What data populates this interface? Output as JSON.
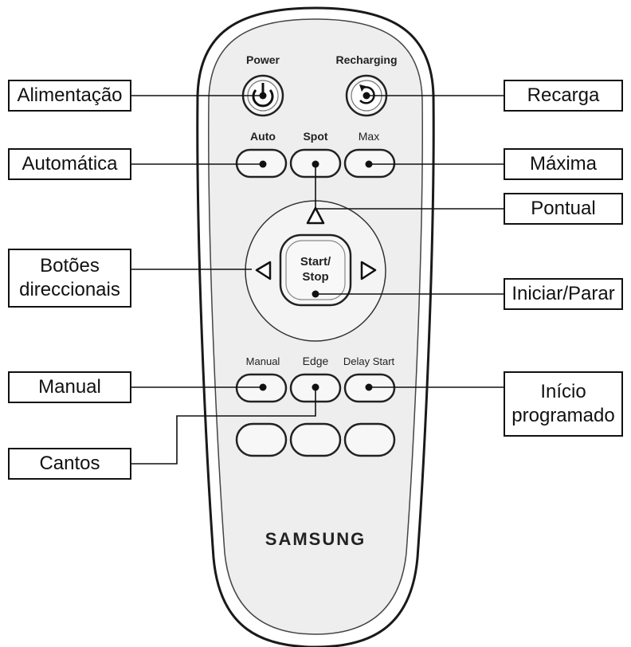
{
  "remote": {
    "brand": "SAMSUNG",
    "buttons": {
      "power": "Power",
      "recharging": "Recharging",
      "auto": "Auto",
      "spot": "Spot",
      "max": "Max",
      "start_stop_line1": "Start/",
      "start_stop_line2": "Stop",
      "manual": "Manual",
      "edge": "Edge",
      "delay_start": "Delay Start"
    }
  },
  "callouts": {
    "alimentacao": "Alimentação",
    "automatica": "Automática",
    "botoes_line1": "Botões",
    "botoes_line2": "direccionais",
    "manual": "Manual",
    "cantos": "Cantos",
    "recarga": "Recarga",
    "maxima": "Máxima",
    "pontual": "Pontual",
    "iniciar_parar": "Iniciar/Parar",
    "inicio_line1": "Início",
    "inicio_line2": "programado"
  }
}
